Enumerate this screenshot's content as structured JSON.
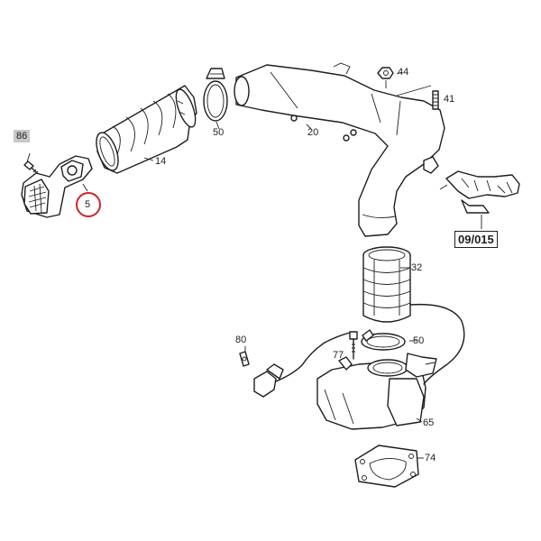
{
  "diagram": {
    "highlight_color": "#d0232a",
    "line_color": "#1e1e1e",
    "part_labels": {
      "p86": "86",
      "p5": "5",
      "p14": "14",
      "p50a": "50",
      "p20": "20",
      "p44": "44",
      "p41": "41",
      "ref": "09/015",
      "p32": "32",
      "p80": "80",
      "p77": "77",
      "p50b": "50",
      "p65": "65",
      "p74": "74"
    },
    "highlighted_part": "5"
  }
}
